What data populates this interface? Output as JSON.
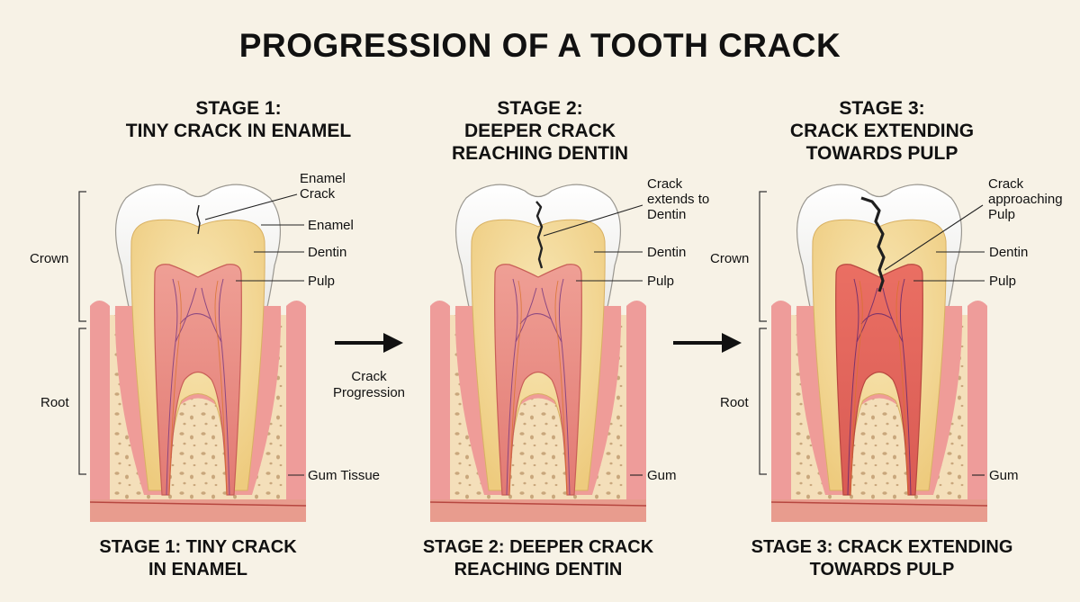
{
  "title": "PROGRESSION OF A TOOTH CRACK",
  "stages": [
    {
      "heading": [
        "STAGE 1:",
        "TINY CRACK IN ENAMEL"
      ],
      "caption": [
        "STAGE 1: TINY CRACK",
        "IN ENAMEL"
      ],
      "labels": [
        "Enamel",
        "Crack",
        "Enamel",
        "Dentin",
        "Pulp",
        "Gum Tissue"
      ],
      "crown_label": "Crown",
      "root_label": "Root"
    },
    {
      "heading": [
        "STAGE 2:",
        "DEEPER CRACK",
        "REACHING DENTIN"
      ],
      "caption": [
        "STAGE 2: DEEPER CRACK",
        "REACHING DENTIN"
      ],
      "labels": [
        "Crack",
        "extends to",
        "Dentin",
        "Dentin",
        "Pulp",
        "Gum"
      ]
    },
    {
      "heading": [
        "STAGE 3:",
        "CRACK EXTENDING",
        "TOWARDS PULP"
      ],
      "caption": [
        "STAGE 3: CRACK EXTENDING",
        "TOWARDS PULP"
      ],
      "labels": [
        "Crack",
        "approaching",
        "Pulp",
        "Dentin",
        "Pulp",
        "Gum"
      ],
      "crown_label": "Crown",
      "root_label": "Root"
    }
  ],
  "progression_label": [
    "Crack",
    "Progression"
  ],
  "colors": {
    "background": "#f7f2e6",
    "enamel": "#f4f3ef",
    "dentin": "#f5dea0",
    "pulp": "#e98a84",
    "gum": "#ee9c9a",
    "bone": "#f3dcb6",
    "crack": "#222222"
  }
}
